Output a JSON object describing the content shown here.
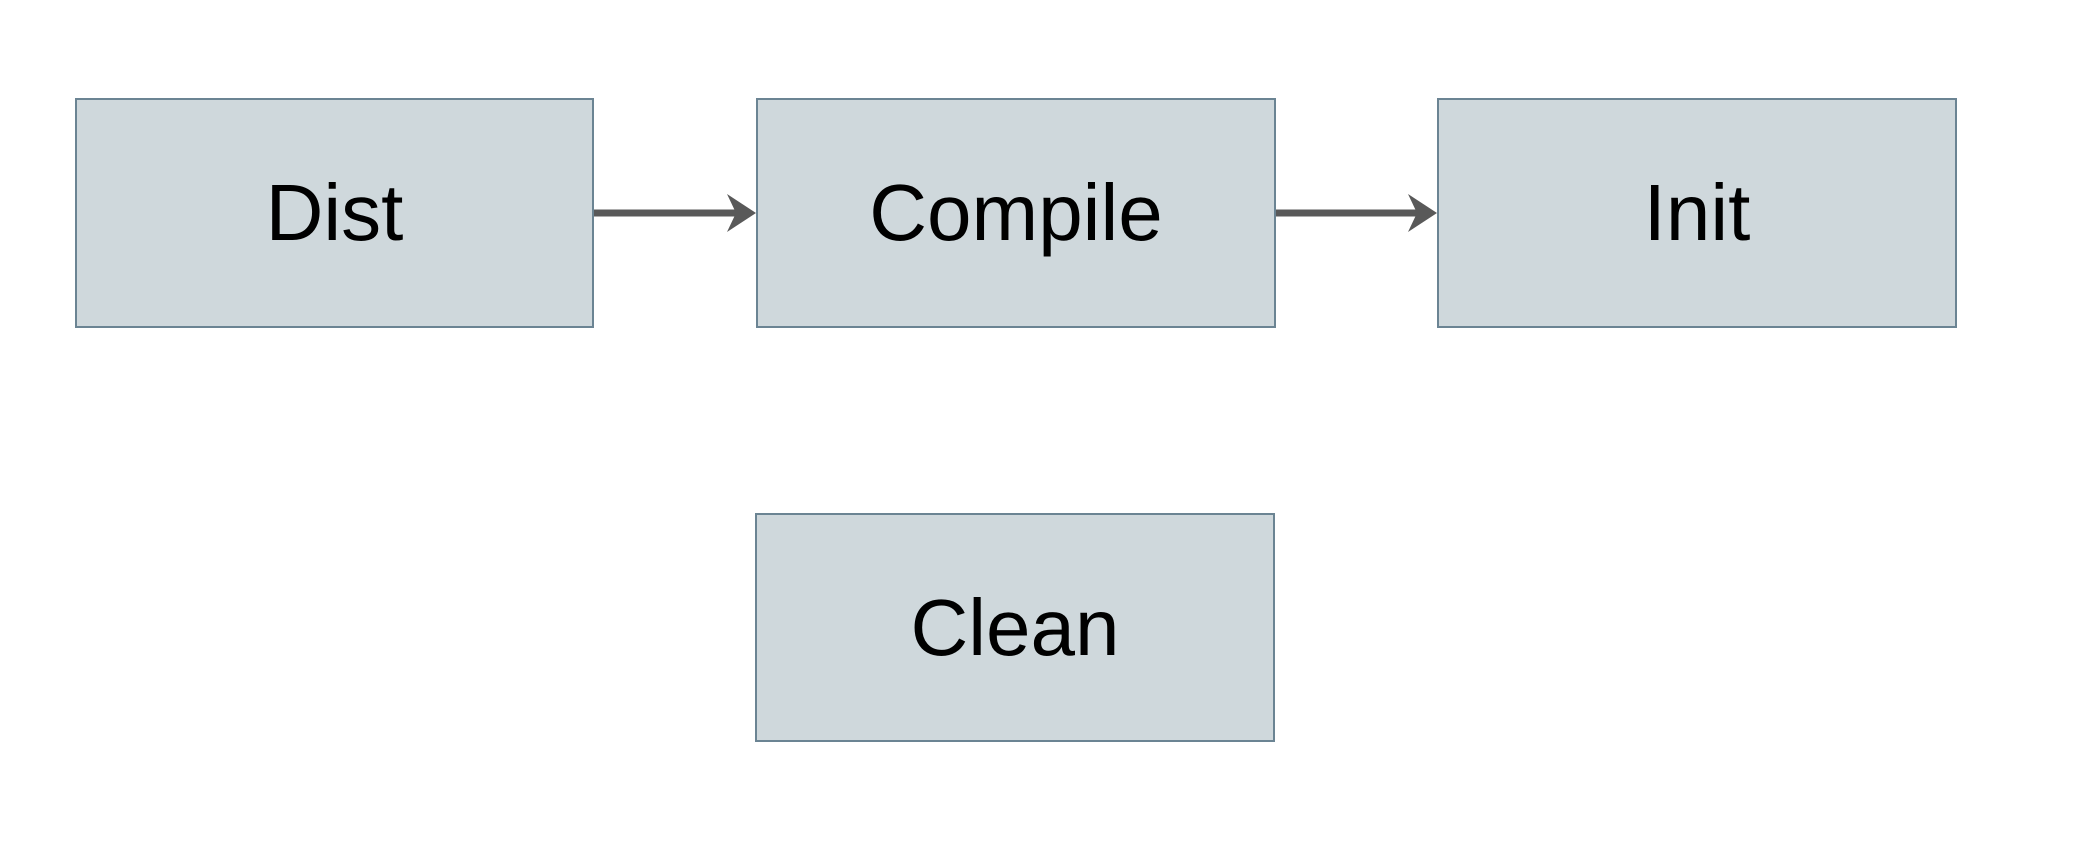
{
  "diagram": {
    "type": "flowchart",
    "colors": {
      "background": "#ffffff",
      "node_fill": "#cfd8dc",
      "node_border": "#6b8493",
      "arrow": "#595959",
      "text": "#000000"
    },
    "nodes": [
      {
        "id": "dist",
        "label": "Dist"
      },
      {
        "id": "compile",
        "label": "Compile"
      },
      {
        "id": "init",
        "label": "Init"
      },
      {
        "id": "clean",
        "label": "Clean"
      }
    ],
    "edges": [
      {
        "from": "dist",
        "to": "compile",
        "direction": "right"
      },
      {
        "from": "compile",
        "to": "init",
        "direction": "right"
      }
    ]
  }
}
